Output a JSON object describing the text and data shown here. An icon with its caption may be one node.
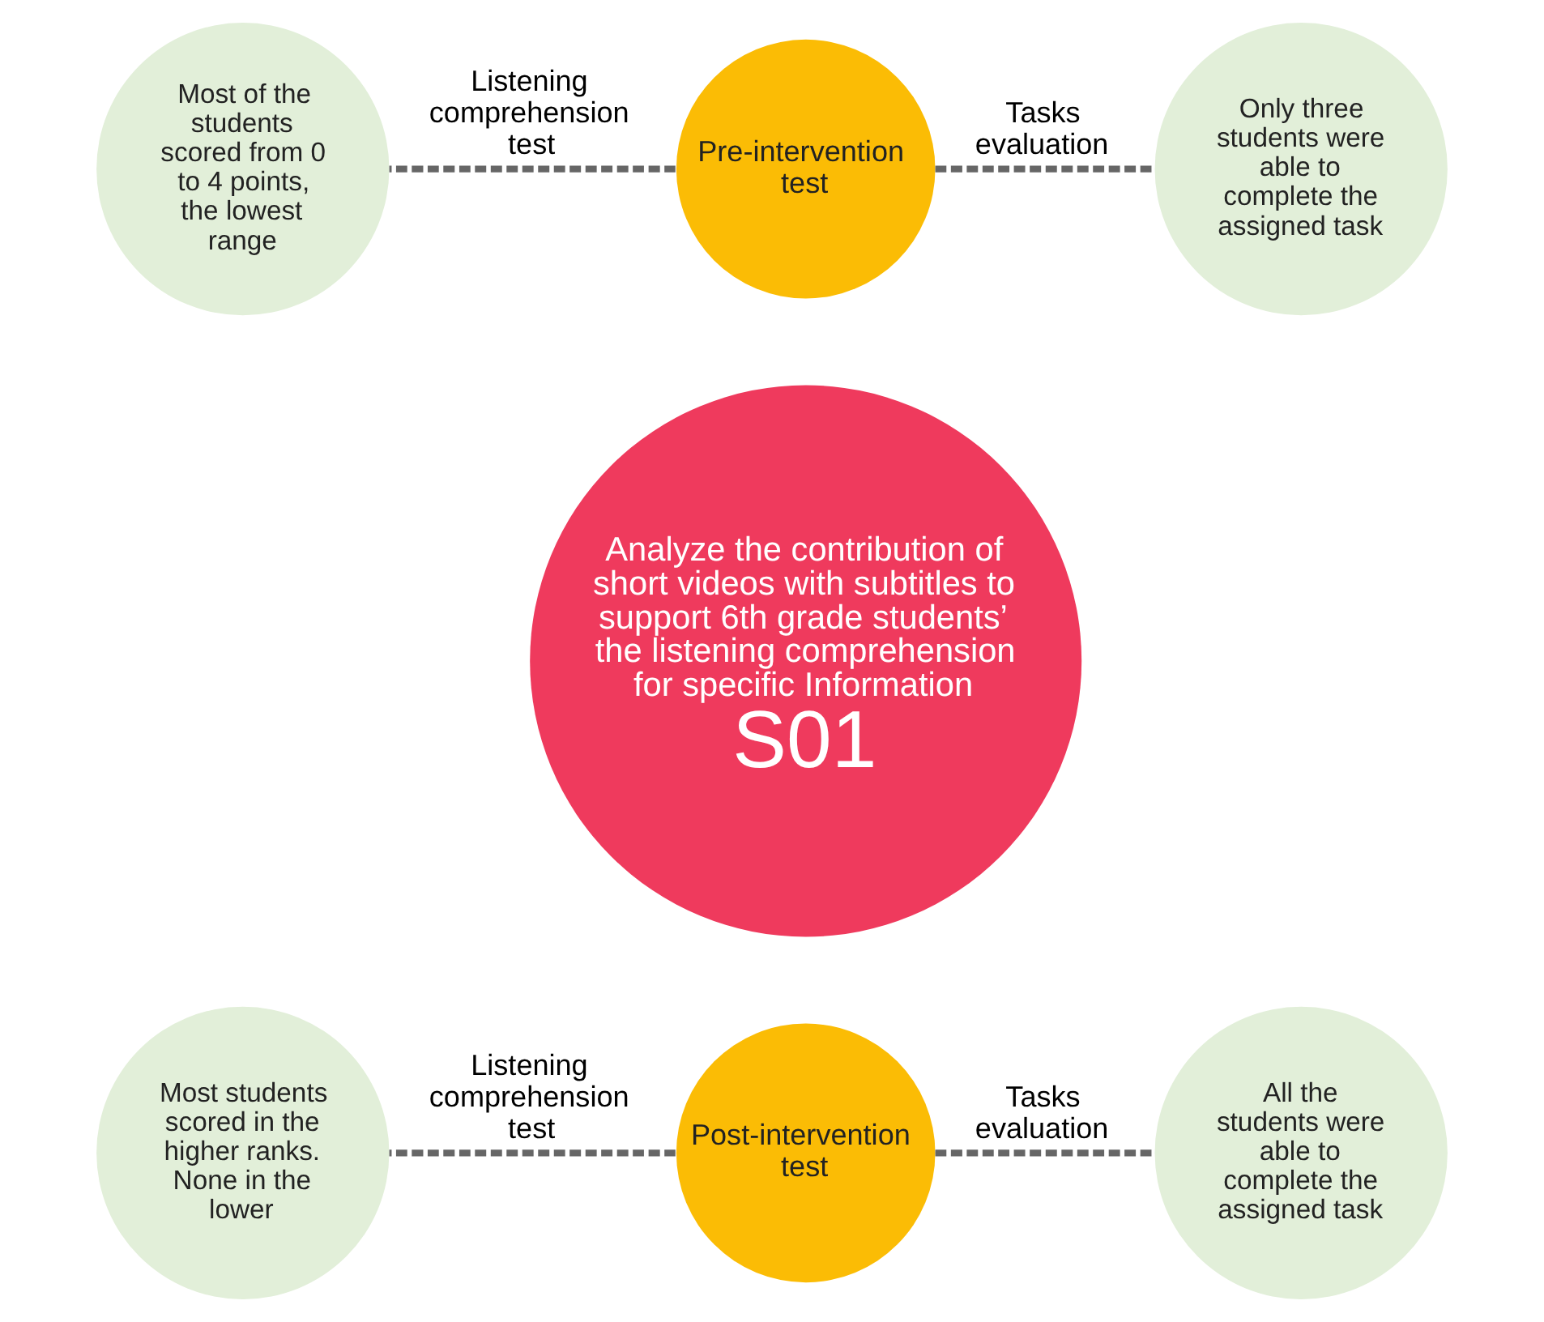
{
  "diagram": {
    "nodes": [
      {
        "text": [
          "Analyze the contribution of short videos with subtitles to support 6th grade students’ the listening comprehension for specific Information",
          "S01"
        ]
      },
      {
        "text": [
          "Pre-intervention test"
        ]
      },
      {
        "text": [
          "Post-intervention test"
        ]
      },
      {
        "text": [
          "Most of the students scored from 0 to 4 points, the lowest range"
        ]
      },
      {
        "text": [
          "Only three students were able to complete the assigned task"
        ]
      },
      {
        "text": [
          "Most students scored in the higher ranks. None in the lower"
        ]
      },
      {
        "text": [
          "All the students were able to complete the assigned task"
        ]
      }
    ],
    "edges": [
      {
        "from": 1,
        "to": 3,
        "arrow": "none",
        "label": "Listening comprehension test",
        "style": "dashed"
      },
      {
        "from": 1,
        "to": 4,
        "arrow": "none",
        "label": "Tasks evaluation",
        "style": "dashed"
      },
      {
        "from": 2,
        "to": 5,
        "arrow": "none",
        "label": "Listening comprehension test",
        "style": "dashed"
      },
      {
        "from": 2,
        "to": 6,
        "arrow": "none",
        "label": "Tasks evaluation",
        "style": "dashed"
      }
    ]
  }
}
